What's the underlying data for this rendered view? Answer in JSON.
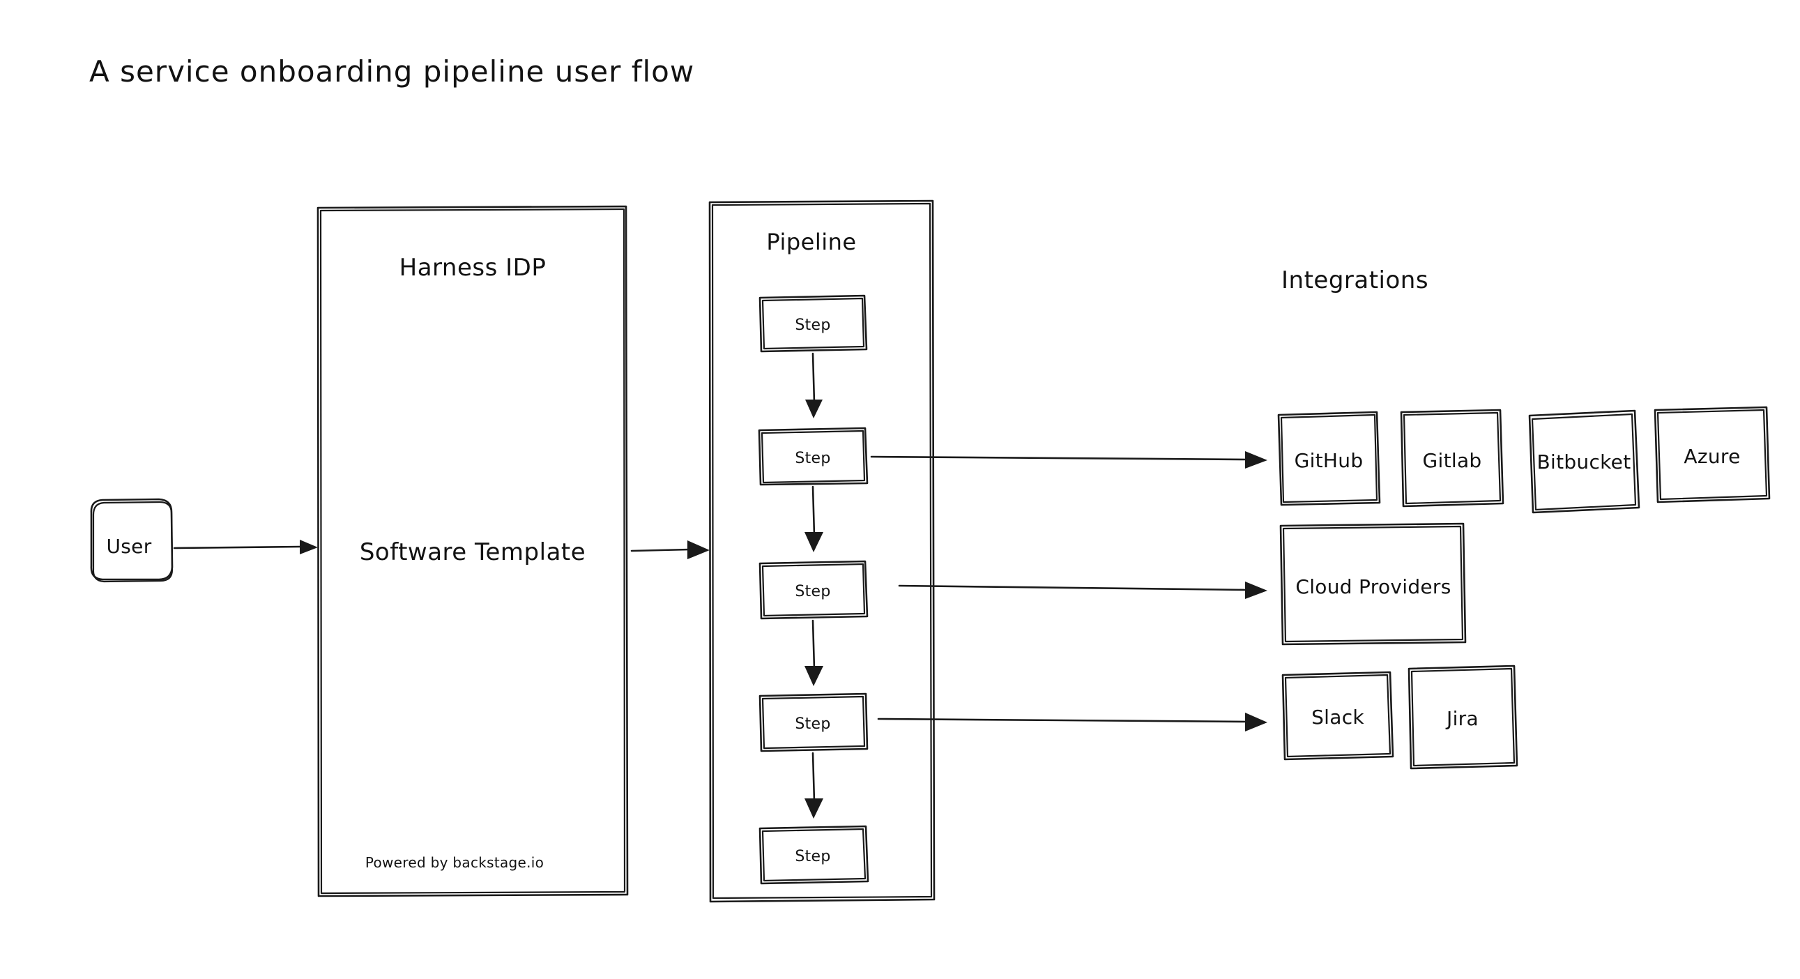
{
  "page": {
    "title": "A service onboarding pipeline user flow",
    "background_color": "#ffffff",
    "ink_color": "#1a1a1a",
    "style": "hand-drawn sketch (excalidraw-like)"
  },
  "nodes": {
    "user": {
      "label": "User",
      "shape": "rounded-rectangle"
    },
    "harness_idp": {
      "label": "Harness IDP",
      "shape": "rectangle-container",
      "inner_label": "Software Template",
      "footer_label": "Powered by backstage.io"
    },
    "pipeline": {
      "label": "Pipeline",
      "shape": "rectangle-container",
      "steps": [
        {
          "label": "Step"
        },
        {
          "label": "Step"
        },
        {
          "label": "Step"
        },
        {
          "label": "Step"
        },
        {
          "label": "Step"
        }
      ]
    },
    "integrations": {
      "label": "Integrations",
      "git_providers": [
        {
          "label": "GitHub"
        },
        {
          "label": "Gitlab"
        },
        {
          "label": "Bitbucket"
        },
        {
          "label": "Azure"
        }
      ],
      "cloud": [
        {
          "label": "Cloud Providers"
        }
      ],
      "tools": [
        {
          "label": "Slack"
        },
        {
          "label": "Jira"
        }
      ]
    }
  },
  "edges": [
    {
      "from": "user",
      "to": "harness_idp",
      "kind": "arrow"
    },
    {
      "from": "harness_idp",
      "to": "pipeline",
      "kind": "arrow"
    },
    {
      "from": "pipeline.step.1",
      "to": "pipeline.step.2",
      "kind": "arrow"
    },
    {
      "from": "pipeline.step.2",
      "to": "pipeline.step.3",
      "kind": "arrow"
    },
    {
      "from": "pipeline.step.3",
      "to": "pipeline.step.4",
      "kind": "arrow"
    },
    {
      "from": "pipeline.step.4",
      "to": "pipeline.step.5",
      "kind": "arrow"
    },
    {
      "from": "pipeline.step.2",
      "to": "integrations.github",
      "kind": "arrow"
    },
    {
      "from": "pipeline.step.3",
      "to": "integrations.cloud_providers",
      "kind": "arrow"
    },
    {
      "from": "pipeline.step.4",
      "to": "integrations.slack",
      "kind": "arrow"
    }
  ]
}
